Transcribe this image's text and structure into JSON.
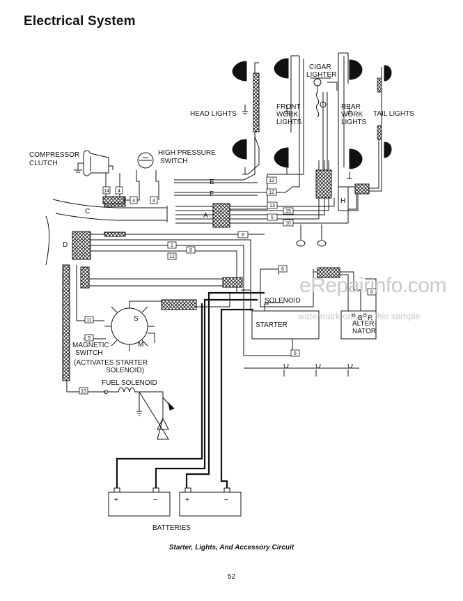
{
  "page": {
    "title": "Electrical System",
    "caption": "Starter, Lights, And Accessory Circuit",
    "page_number": "52",
    "watermark_main": "eRepairinfo.com",
    "watermark_sub": "watermark only on this sample"
  },
  "labels": {
    "head_lights": "HEAD LIGHTS",
    "front_work_lights": [
      "FRONT",
      "WORK",
      "LIGHTS"
    ],
    "cigar_lighter": [
      "CIGAR",
      "LIGHTER"
    ],
    "rear_work_lights": [
      "REAR",
      "WORK",
      "LIGHTS"
    ],
    "tail_lights": "TAIL LIGHTS",
    "compressor_clutch": [
      "COMPRESSOR",
      "CLUTCH"
    ],
    "high_pressure_switch": [
      "HIGH PRESSURE",
      "SWITCH"
    ],
    "solenoid": "SOLENOID",
    "starter": "STARTER",
    "alternator": [
      "ALTER-",
      "NATOR"
    ],
    "magnetic_switch": [
      "MAGNETIC",
      "SWITCH"
    ],
    "activates_starter_solenoid": [
      "(ACTIVATES STARTER",
      "SOLENOID)"
    ],
    "fuel_solenoid": "FUEL SOLENOID",
    "batteries": "BATTERIES",
    "terminal_b": "B",
    "terminal_r": "R",
    "terminal_s": "S",
    "terminal_m": "M",
    "plus": "+",
    "minus": "−"
  },
  "harness_letters": [
    "A",
    "C",
    "D",
    "E",
    "F",
    "H"
  ],
  "wire_numbers": {
    "e": "12",
    "f": "12",
    "a": [
      "13",
      "15",
      "5",
      "10",
      "6"
    ],
    "comp": [
      "14",
      "4",
      "4",
      "4"
    ],
    "d": [
      "1",
      "8",
      "12"
    ],
    "alt": [
      "6",
      "6"
    ],
    "starter": "6",
    "mag": [
      "11",
      "9"
    ],
    "fuel": "13"
  }
}
